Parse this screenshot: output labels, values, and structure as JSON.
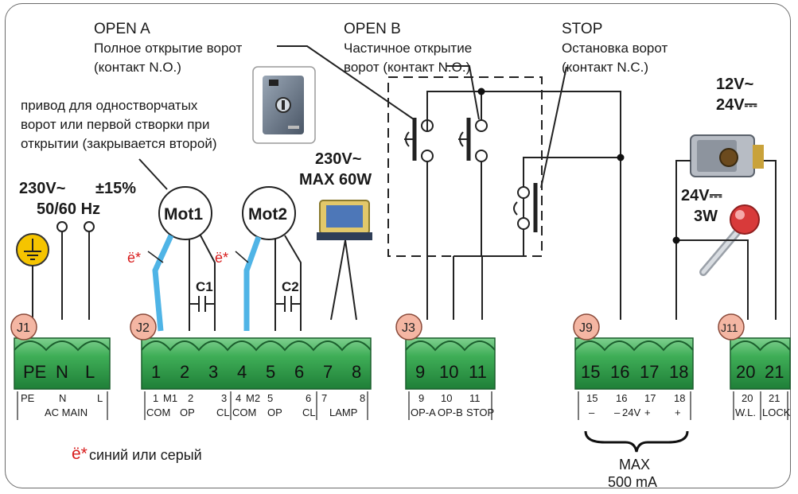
{
  "headings": {
    "open_a_title": "OPEN A",
    "open_a_line1": "Полное открытие ворот",
    "open_a_line2": "(контакт N.O.)",
    "open_b_title": "OPEN B",
    "open_b_line1": "Частичное открытие",
    "open_b_line2": "ворот (контакт N.O.)",
    "stop_title": "STOP",
    "stop_line1": "Остановка ворот",
    "stop_line2": "(контакт N.C.)"
  },
  "motor_note": {
    "line1": "привод для одностворчатых",
    "line2": "ворот или первой створки при",
    "line3": "открытии (закрывается второй)"
  },
  "power": {
    "line1a": "230V~",
    "line1b": "±15%",
    "line2": "50/60 Hz"
  },
  "lamp_rating": {
    "line1": "230V~",
    "line2": "MAX 60W"
  },
  "lock_rating": {
    "line1": "12V~",
    "line2": "24V⎓"
  },
  "wl_rating": {
    "line1": "24V⎓",
    "line2": "3W"
  },
  "motors": {
    "m1": "Mot1",
    "m2": "Mot2",
    "c1": "C1",
    "c2": "C2",
    "note_mark": "ё*"
  },
  "connectors": {
    "j1": {
      "badge": "J1",
      "terms": [
        "PE",
        "N",
        "L"
      ],
      "sub_top": [
        "PE",
        "N",
        "L"
      ],
      "sub_bottom": "AC MAIN"
    },
    "j2": {
      "badge": "J2",
      "terms": [
        "1",
        "2",
        "3",
        "4",
        "5",
        "6",
        "7",
        "8"
      ],
      "sub_top": [
        "1",
        "M1",
        "2",
        "3",
        "4",
        "M2",
        "5",
        "6",
        "7",
        "8"
      ],
      "sub_bottom": [
        "COM",
        "OP",
        "CL",
        "COM",
        "OP",
        "CL",
        "LAMP"
      ]
    },
    "j3": {
      "badge": "J3",
      "terms": [
        "9",
        "10",
        "11"
      ],
      "sub_top": [
        "9",
        "10",
        "11"
      ],
      "sub_bottom": [
        "OP-A",
        "OP-B",
        "STOP"
      ]
    },
    "j9": {
      "badge": "J9",
      "terms": [
        "15",
        "16",
        "17",
        "18"
      ],
      "sub_top": [
        "15",
        "16",
        "17",
        "18"
      ],
      "sub_bottom": [
        "–",
        "–",
        "24V",
        "+",
        "+"
      ]
    },
    "j11": {
      "badge": "J11",
      "terms": [
        "20",
        "21"
      ],
      "sub_top": [
        "20",
        "21"
      ],
      "sub_bottom": [
        "W.L.",
        "LOCK"
      ]
    }
  },
  "legend": {
    "mark": "ё*",
    "text": "синий или серый"
  },
  "max_current": {
    "line1": "MAX",
    "line2": "500 mA"
  },
  "colors": {
    "terminal_green": "#2e9b4a",
    "badge_fill": "#f4b6a3",
    "wire_blue": "#4fb4e6",
    "earth_yellow": "#f5c400"
  }
}
